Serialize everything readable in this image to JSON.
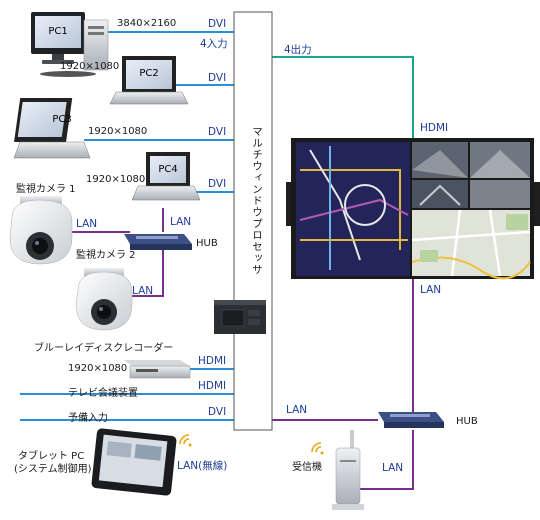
{
  "processor": {
    "label": "マルチウィンドウプロセッサ",
    "inputs_label": "4入力",
    "outputs_label": "4出力"
  },
  "pcs": [
    {
      "name": "PC1",
      "resolution": "3840×2160",
      "conn": "DVI"
    },
    {
      "name": "PC2",
      "resolution": "1920×1080",
      "conn": "DVI"
    },
    {
      "name": "PC3",
      "resolution": "1920×1080",
      "conn": "DVI"
    },
    {
      "name": "PC4",
      "resolution": "1920×1080",
      "conn": "DVI"
    }
  ],
  "cameras": {
    "cam1": "監視カメラ 1",
    "cam2": "監視カメラ 2",
    "lan": "LAN"
  },
  "hub_left": {
    "label": "HUB",
    "lan": "LAN"
  },
  "bluray": {
    "label": "ブルーレイディスクレコーダー",
    "resolution": "1920×1080",
    "conn": "HDMI"
  },
  "tv_conf": {
    "label": "テレビ会議装置",
    "conn": "HDMI"
  },
  "spare": {
    "label": "予備入力",
    "conn": "DVI"
  },
  "display": {
    "conn": "HDMI",
    "lan": "LAN"
  },
  "hub_right": {
    "label": "HUB",
    "lan_left": "LAN"
  },
  "tablet": {
    "label_line1": "タブレット PC",
    "label_line2": "(システム制御用)",
    "wireless": "LAN(無線)"
  },
  "receiver": {
    "label": "受信機",
    "lan": "LAN"
  },
  "colors": {
    "dvi_line": "#2a8fd6",
    "hdmi_line": "#1aa58f",
    "lan_line": "#7a2d8c",
    "label_blue": "#1f3c9a"
  }
}
